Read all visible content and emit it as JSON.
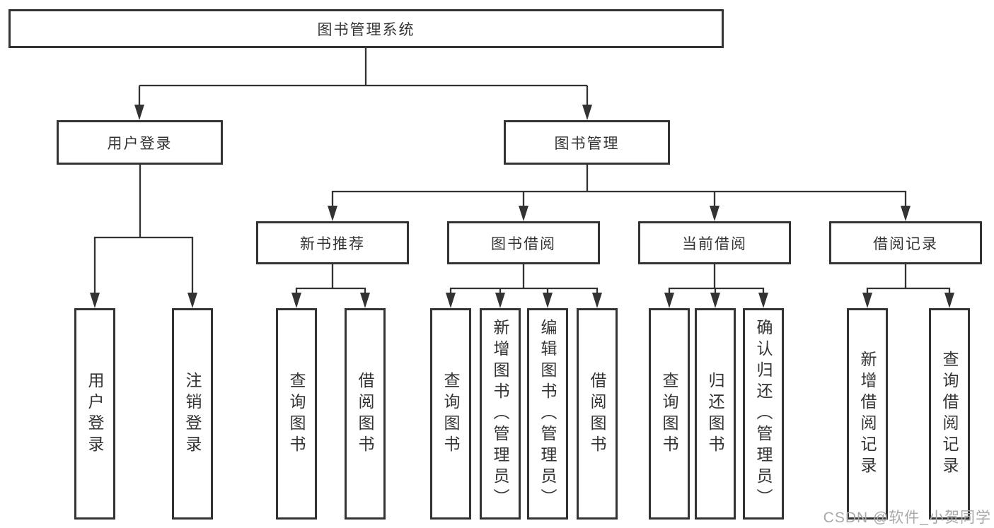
{
  "diagram": {
    "title": "图书管理系统",
    "level2": [
      {
        "label": "用户登录",
        "children": [
          "用户登录",
          "注销登录"
        ]
      },
      {
        "label": "图书管理",
        "sections": [
          {
            "label": "新书推荐",
            "children": [
              "查询图书",
              "借阅图书"
            ]
          },
          {
            "label": "图书借阅",
            "children": [
              "查询图书",
              "新增图书（管理员）",
              "编辑图书（管理员）",
              "借阅图书"
            ]
          },
          {
            "label": "当前借阅",
            "children": [
              "查询图书",
              "归还图书",
              "确认归还（管理员）"
            ]
          },
          {
            "label": "借阅记录",
            "children": [
              "新增借阅记录",
              "查询借阅记录"
            ]
          }
        ]
      }
    ]
  },
  "watermark": "CSDN @软件_小贺同学",
  "colors": {
    "line": "#333333",
    "box-border": "#333333",
    "box-fill": "#ffffff",
    "text": "#333333",
    "watermark": "#a9a9a9",
    "background": "#ffffff"
  }
}
